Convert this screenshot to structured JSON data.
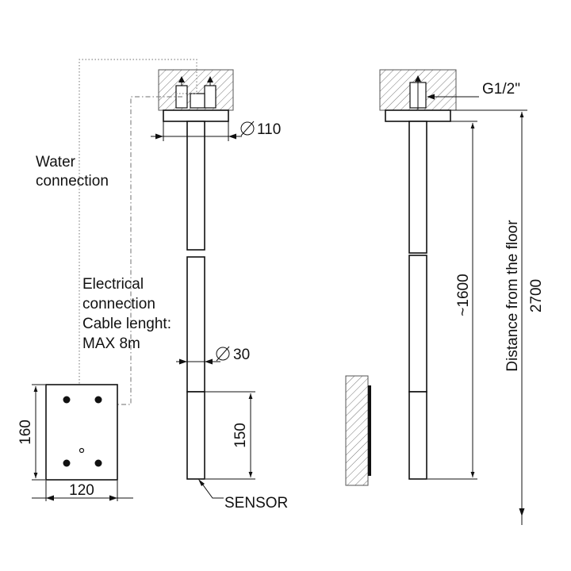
{
  "labels": {
    "water_connection_line1": "Water",
    "water_connection_line2": "connection",
    "electrical_line1": "Electrical",
    "electrical_line2": "connection",
    "electrical_line3": "Cable lenght:",
    "electrical_line4": "MAX 8m",
    "sensor": "SENSOR",
    "thread": "G1/2\"",
    "distance_floor": "Distance from the floor"
  },
  "dimensions": {
    "pipe_diameter": "110",
    "pipe_small_diameter": "30",
    "sensor_length": "150",
    "box_height": "160",
    "box_width": "120",
    "height_approx": "~1600",
    "floor_distance": "2700"
  }
}
